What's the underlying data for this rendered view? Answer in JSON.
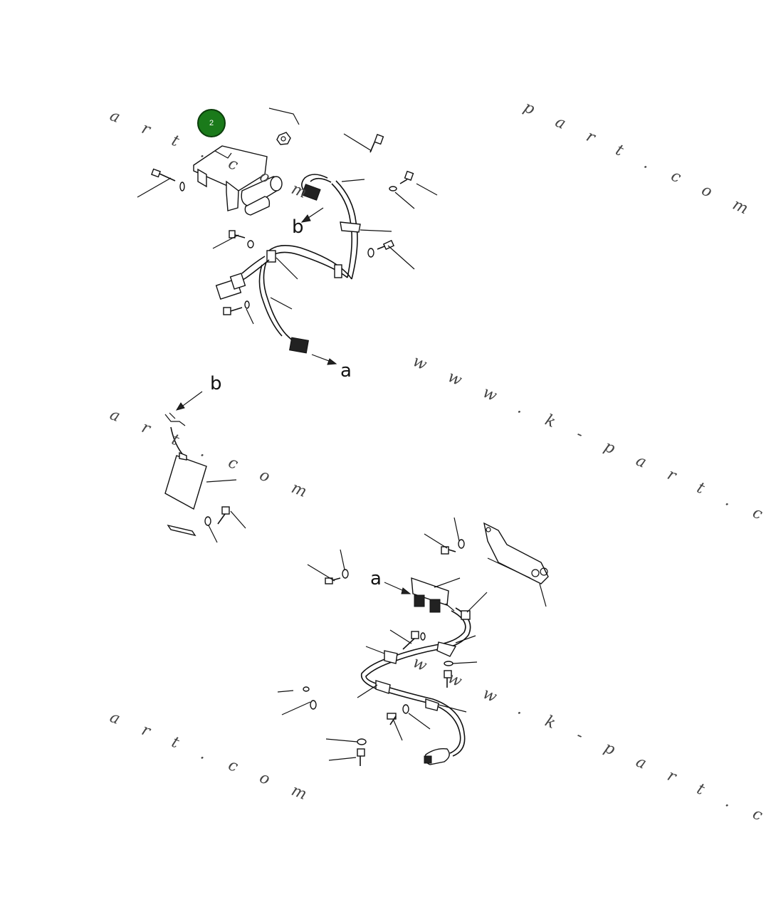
{
  "diagram": {
    "callout": {
      "label": "2",
      "color": "#1a7a1a"
    },
    "arrow_labels": {
      "a_top": "a",
      "b_top": "b",
      "b_mid": "b",
      "a_bottom": "a"
    },
    "watermarks": {
      "wm_top_left": "a r t . c o m",
      "wm_top_right": "p a r t . c o m",
      "wm_mid_left": "a r t . c o m",
      "wm_mid_right": "w w w . k - p a r t . c o m",
      "wm_bottom_left": "a r t . c o m",
      "wm_bottom_right": "w w w . k - p a r t . c o m"
    }
  }
}
